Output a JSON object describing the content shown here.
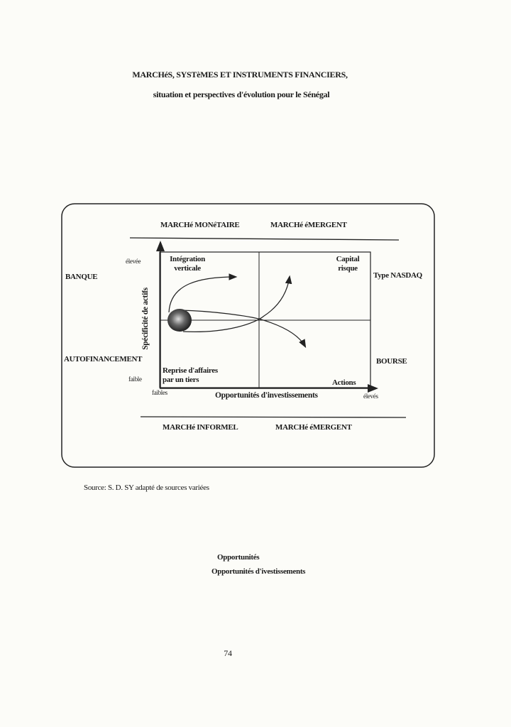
{
  "header": {
    "title": "MARCHéS, SYSTèMES ET INSTRUMENTS FINANCIERS,",
    "subtitle": "situation et perspectives d'évolution pour le Sénégal"
  },
  "diagram": {
    "top_labels": [
      "MARCHé MONéTAIRE",
      "MARCHé éMERGENT"
    ],
    "bottom_labels": [
      "MARCHé  INFORMEL",
      "MARCHé éMERGENT"
    ],
    "left_labels": {
      "top": "BANQUE",
      "bottom": "AUTOFINANCEMENT"
    },
    "right_labels": {
      "top": "Type NASDAQ",
      "bottom": "BOURSE"
    },
    "y_axis": {
      "label": "Spécificité de actifs",
      "high": "élevée",
      "low": "faible"
    },
    "x_axis": {
      "label": "Opportunités  d'investissements",
      "low": "faibles",
      "high": "élevés"
    },
    "quadrants": {
      "top_left": [
        "Intégration",
        "verticale"
      ],
      "top_right": [
        "Capital",
        "risque"
      ],
      "bottom_left": [
        "Reprise d'affaires",
        "par un tiers"
      ],
      "bottom_right": [
        "Actions"
      ]
    }
  },
  "source": "Source: S. D. SY adapté  de sources variées",
  "notes": [
    "Opportunités",
    "Opportunités d'ivestissements"
  ],
  "page_number": "74"
}
